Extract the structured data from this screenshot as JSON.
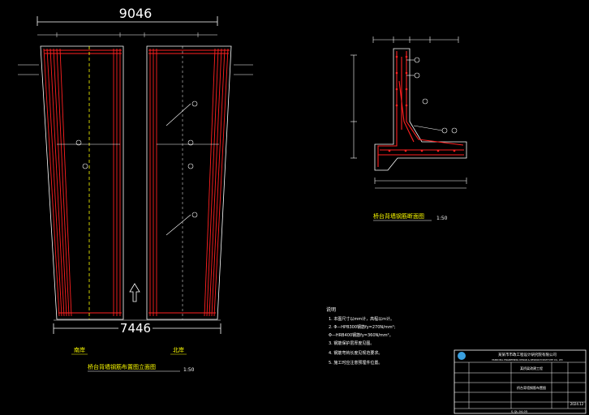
{
  "dimensions": {
    "top_width": "9046",
    "bottom_width": "7446"
  },
  "plan": {
    "title": "桥台背墙钢筋布置图立面图",
    "scale": "1:50",
    "left_label": "南岸",
    "right_label": "北岸"
  },
  "section": {
    "title": "桥台背墙钢筋断面图",
    "scale": "1:50"
  },
  "notes": {
    "heading": "说明",
    "lines": [
      "1. 本图尺寸以mm计，高程以m计。",
      "2. Φ—HPB300钢筋fy=270N/mm²;",
      "   Φ—HRB400钢筋fy=360N/mm²。",
      "3. 钢筋保护层厚度见图。",
      "4. 钢筋弯钩长度见规范要求。",
      "5. 施工时应注意预埋件位置。"
    ]
  },
  "title_block": {
    "company": "某某市市政工程设计研究院有限公司",
    "company_en": "MUNICIPAL ENGINEERING DESIGN & RESEARCH INSTITUTE CO., LTD",
    "project": "某桥梁改建工程",
    "drawing_title": "桥台背墙钢筋布置图",
    "date": "2024.12",
    "drawing_no": "S-QL-04-05"
  },
  "colors": {
    "background": "#000000",
    "outline": "#ffffff",
    "rebar": "#ff2020",
    "centerline": "#ffff00",
    "dimension": "#ffffff"
  }
}
